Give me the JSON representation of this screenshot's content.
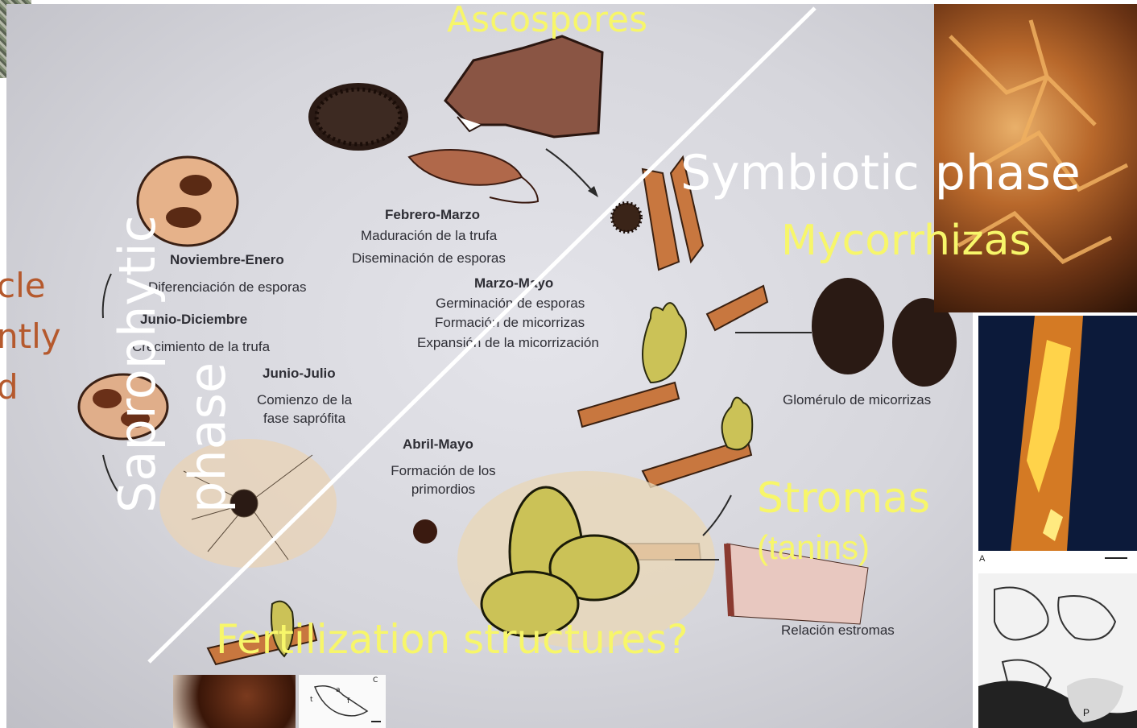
{
  "colors": {
    "label_yellow": "#f7f66a",
    "label_white": "#ffffff",
    "cut_text": "#b5592d",
    "page_bg": "#d6d6dc"
  },
  "overlays": {
    "ascospores": "Ascospores",
    "symbiotic_phase": "Symbiotic phase",
    "mycorrhizas": "Mycorrhizas",
    "stromas": "Stromas",
    "tanins": "(tanins)",
    "fertilization": "Fertilization structures?",
    "saprophytic": "Saprophytic",
    "phase": "phase"
  },
  "left_cut_text": [
    "cle",
    "ntly",
    "d"
  ],
  "cycle_labels": {
    "feb_mar_title": "Febrero-Marzo",
    "feb_mar_1": "Maduración de la trufa",
    "feb_mar_2": "Diseminación de esporas",
    "nov_ene_title": "Noviembre-Enero",
    "nov_ene_1": "Diferenciación de esporas",
    "jun_dic_title": "Junio-Diciembre",
    "jun_dic_1": "Crecimiento de la trufa",
    "jun_jul_title": "Junio-Julio",
    "jun_jul_1": "Comienzo de la",
    "jun_jul_2": "fase saprófita",
    "mar_may_title": "Marzo-Mayo",
    "mar_may_1": "Germinación de esporas",
    "mar_may_2": "Formación de micorrizas",
    "mar_may_3": "Expansión de la micorrización",
    "abr_may_title": "Abril-Mayo",
    "abr_may_1": "Formación de los",
    "abr_may_2": "primordios",
    "glomerulo": "Glomérulo de micorrizas",
    "estromas": "Relación estromas"
  },
  "figure_caption": "A",
  "micrograph_labels": [
    "P",
    "C",
    "t",
    "a",
    "f"
  ]
}
